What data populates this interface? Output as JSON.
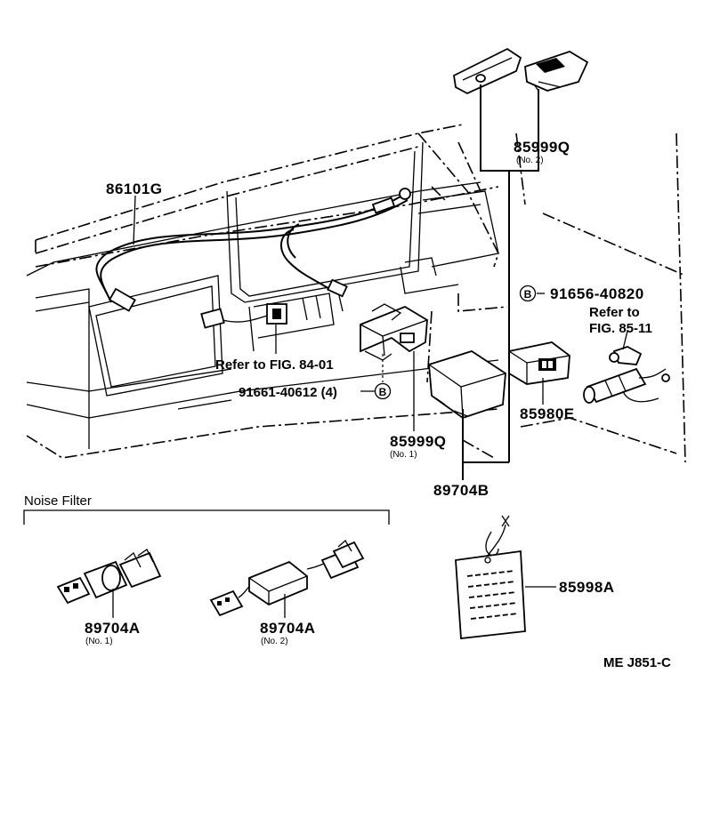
{
  "labels": {
    "cable": "86101G",
    "bracket_no2": "85999Q",
    "bracket_no2_sub": "(No. 2)",
    "bolt_right": "91656-40820",
    "refer_to_right_1": "Refer to",
    "refer_to_right_2": "FIG. 85-11",
    "refer_to_left": "Refer to FIG. 84-01",
    "screw_left": "91661-40612 (4)",
    "circle_b": "B",
    "connector_85980e": "85980E",
    "bracket_no1": "85999Q",
    "bracket_no1_sub": "(No. 1)",
    "amplifier": "89704B",
    "noise_filter_title": "Noise Filter",
    "filter_no1": "89704A",
    "filter_no1_sub": "(No. 1)",
    "filter_no2": "89704A",
    "filter_no2_sub": "(No. 2)",
    "tag": "85998A",
    "diagram_code": "ME J851-C"
  }
}
